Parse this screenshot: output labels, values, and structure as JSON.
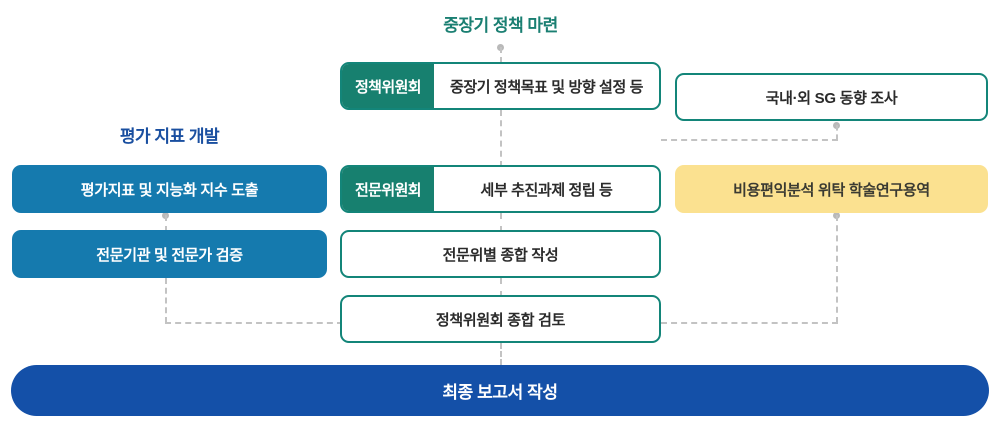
{
  "headings": {
    "center": "중장기 정책 마련",
    "left": "평가 지표 개발"
  },
  "left_column": {
    "items": [
      {
        "label": "평가지표 및 지능화 지수 도출"
      },
      {
        "label": "전문기관 및 전문가 검증"
      }
    ]
  },
  "center_column": {
    "rows": [
      {
        "chip": "정책위원회",
        "body": "중장기 정책목표 및 방향 설정 등"
      },
      {
        "chip": "전문위원회",
        "body": "세부 추진과제 정립 등"
      }
    ],
    "items": [
      {
        "label": "전문위별 종합 작성"
      },
      {
        "label": "정책위원회 종합 검토"
      }
    ]
  },
  "right_column": {
    "items": [
      {
        "label": "국내·외 SG 동향 조사"
      },
      {
        "label": "비용편익분석 위탁 학술연구용역"
      }
    ]
  },
  "footer": {
    "label": "최종 보고서 작성"
  },
  "colors": {
    "teal": "#17806f",
    "teal_border": "#138579",
    "blue_fill": "#157aae",
    "navy_heading": "#1a4fa0",
    "yellow_fill": "#fbe190",
    "footer_blue": "#1450a8",
    "connector_gray": "#c3c3c3"
  }
}
